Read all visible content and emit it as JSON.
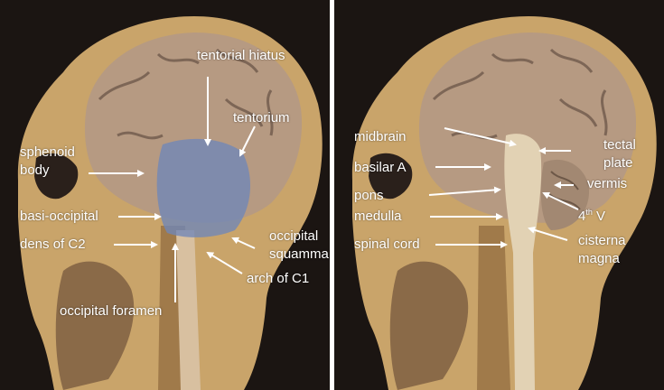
{
  "left_panel": {
    "labels": {
      "tentorial_hiatus": "tentorial hiatus",
      "tentorium": "tentorium",
      "sphenoid_body": [
        "sphenoid",
        "body"
      ],
      "basi_occipital": "basi-occipital",
      "dens_c2": "dens of C2",
      "occipital_squamma": [
        "occipital",
        "squamma"
      ],
      "arch_c1": "arch of C1",
      "occipital_foramen": "occipital foramen"
    },
    "highlight_color": "#6f86b8"
  },
  "right_panel": {
    "labels": {
      "midbrain": "midbrain",
      "tectal_plate": [
        "tectal",
        "plate"
      ],
      "basilar_a": "basilar A",
      "vermis": "vermis",
      "pons": "pons",
      "medulla": "medulla",
      "fourth_v_base": "4",
      "fourth_v_sup": "th",
      "fourth_v_rest": " V",
      "spinal_cord": "spinal cord",
      "cisterna_magna": [
        "cisterna",
        "magna"
      ]
    }
  },
  "colors": {
    "background": "#1b1512",
    "tissue": "#c9a46a",
    "brain": "#b69a82",
    "arrow": "#ffffff"
  }
}
